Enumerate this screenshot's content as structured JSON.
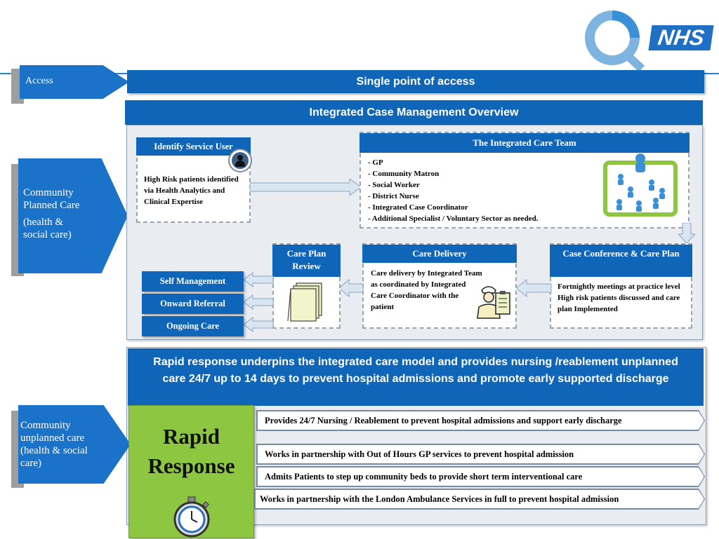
{
  "brand": {
    "logo_text": "NHS",
    "primary": "#0f66b8",
    "green": "#8dc641"
  },
  "access": {
    "chevron_label": "Access",
    "bar_title": "Single point of access"
  },
  "planned": {
    "chevron_line1": "Community Planned Care",
    "chevron_line2": "(health & social care)"
  },
  "overview": {
    "title": "Integrated Case Management Overview",
    "identify": {
      "title": "Identify Service User",
      "text": "High Risk patients identified via Health Analytics and Clinical Expertise"
    },
    "team": {
      "title": "The Integrated Care Team",
      "members": [
        "- GP",
        "- Community Matron",
        "- Social Worker",
        "- District Nurse",
        "- Integrated Case Coordinator",
        "- Additional Specialist / Voluntary Sector as needed."
      ]
    },
    "case_conference": {
      "title": "Case Conference & Care Plan",
      "text": "Fortnightly meetings at practice level High risk patients discussed and care plan Implemented"
    },
    "care_delivery": {
      "title": "Care Delivery",
      "text": "Care delivery by Integrated Team as coordinated by Integrated Care Coordinator with the patient"
    },
    "care_plan_review": {
      "title": "Care Plan Review"
    },
    "outcomes": [
      "Self Management",
      "Onward Referral",
      "Ongoing Care"
    ]
  },
  "rapid": {
    "banner": "Rapid response underpins the integrated care model and provides  nursing /reablement unplanned care 24/7 up to 14 days  to prevent hospital admissions and promote early supported discharge",
    "tile_line1": "Rapid",
    "tile_line2": "Response",
    "points": [
      "Provides 24/7 Nursing / Reablement to prevent hospital admissions and support early discharge",
      "Works in partnership with Out of Hours GP services to prevent hospital admission",
      "Admits Patients to step up community beds to provide short term interventional care",
      "Works in partnership with the London Ambulance Services in full to prevent hospital admission"
    ]
  },
  "unplanned": {
    "chevron_label": "Community unplanned care (health & social care)"
  }
}
